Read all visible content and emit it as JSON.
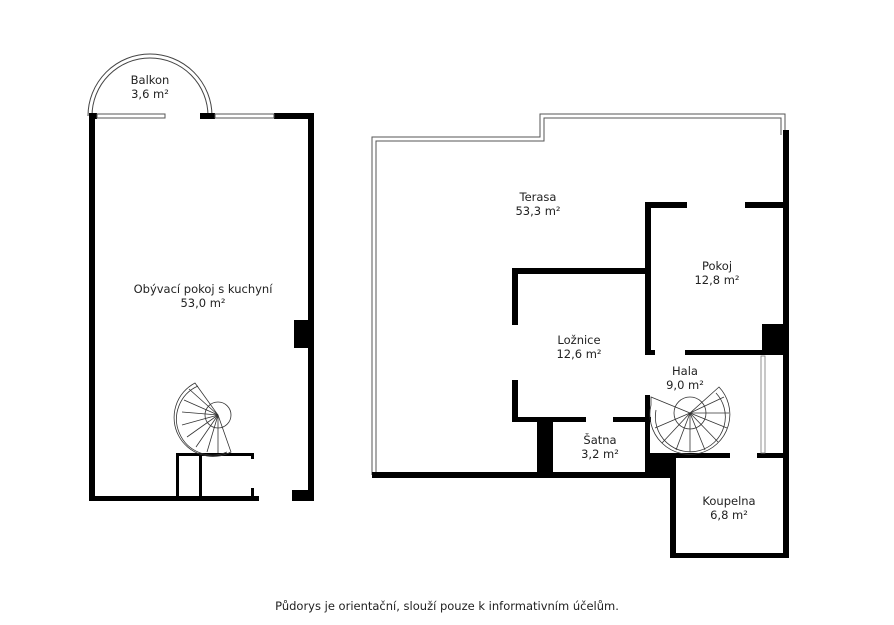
{
  "rooms": [
    {
      "name": "Balkon",
      "area": "3,6 m²"
    },
    {
      "name": "Obývací pokoj s kuchyní",
      "area": "53,0 m²"
    },
    {
      "name": "Terasa",
      "area": "53,3 m²"
    },
    {
      "name": "Pokoj",
      "area": "12,8 m²"
    },
    {
      "name": "Ložnice",
      "area": "12,6 m²"
    },
    {
      "name": "Hala",
      "area": "9,0 m²"
    },
    {
      "name": "Šatna",
      "area": "3,2 m²"
    },
    {
      "name": "Koupelna",
      "area": "6,8 m²"
    }
  ],
  "footer": "Půdorys je orientační, slouží pouze k informativním účelům.",
  "colors": {
    "wall": "#000000",
    "line": "#555555"
  }
}
